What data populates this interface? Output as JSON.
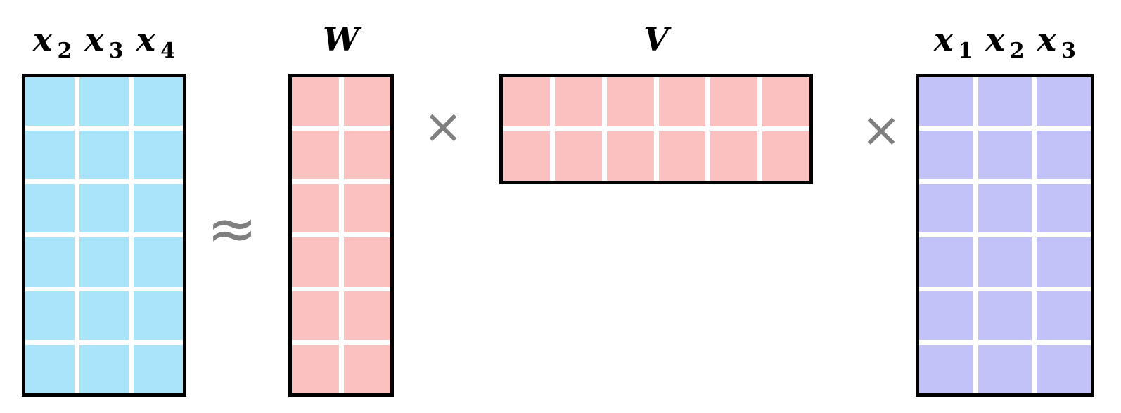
{
  "figure": {
    "type": "matrix-factorization-diagram",
    "background": "#ffffff",
    "colors": {
      "blue_cell": "#A9E5FA",
      "pink_cell": "#FBC0C0",
      "purple_cell": "#C2C2F9",
      "border": "#000000",
      "operator": "#7f7f7f"
    }
  },
  "matrices": [
    {
      "id": "target",
      "label": "",
      "column_labels": [
        "x2",
        "x3",
        "x4"
      ],
      "column_label_parts": [
        {
          "var": "x",
          "sub": "2"
        },
        {
          "var": "x",
          "sub": "3"
        },
        {
          "var": "x",
          "sub": "4"
        }
      ],
      "rows": 6,
      "cols": 3,
      "color": "#A9E5FA"
    },
    {
      "id": "W",
      "label": "W",
      "column_labels": [],
      "rows": 6,
      "cols": 2,
      "color": "#FBC0C0"
    },
    {
      "id": "V",
      "label": "V",
      "column_labels": [],
      "rows": 2,
      "cols": 6,
      "color": "#FBC0C0"
    },
    {
      "id": "source",
      "label": "",
      "column_labels": [
        "x1",
        "x2",
        "x3"
      ],
      "column_label_parts": [
        {
          "var": "x",
          "sub": "1"
        },
        {
          "var": "x",
          "sub": "2"
        },
        {
          "var": "x",
          "sub": "3"
        }
      ],
      "rows": 6,
      "cols": 3,
      "color": "#C2C2F9"
    }
  ],
  "operators": [
    {
      "id": "approx",
      "glyph": "≈",
      "name": "approximately-equal"
    },
    {
      "id": "times-1",
      "glyph": "×",
      "name": "multiplication"
    },
    {
      "id": "times-2",
      "glyph": "×",
      "name": "multiplication"
    }
  ],
  "equation": "[x2 x3 x4] ≈ W × V × [x1 x2 x3]"
}
